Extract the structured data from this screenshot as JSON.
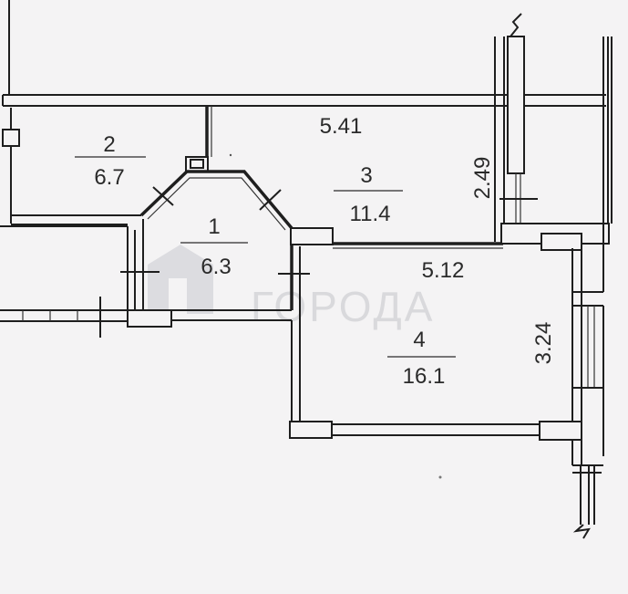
{
  "rooms": [
    {
      "number": "1",
      "area": "6.3"
    },
    {
      "number": "2",
      "area": "6.7"
    },
    {
      "number": "3",
      "area": "11.4"
    },
    {
      "number": "4",
      "area": "16.1"
    }
  ],
  "dimensions": {
    "top_width": "5.41",
    "room4_width": "5.12",
    "room4_height": "3.24",
    "room3_depth": "2.49"
  },
  "watermark": {
    "text": "ГОРОДА"
  },
  "colors": {
    "paper": "#f4f3f4",
    "ink": "#1e1e1e",
    "watermark": "#d9d9dc"
  }
}
